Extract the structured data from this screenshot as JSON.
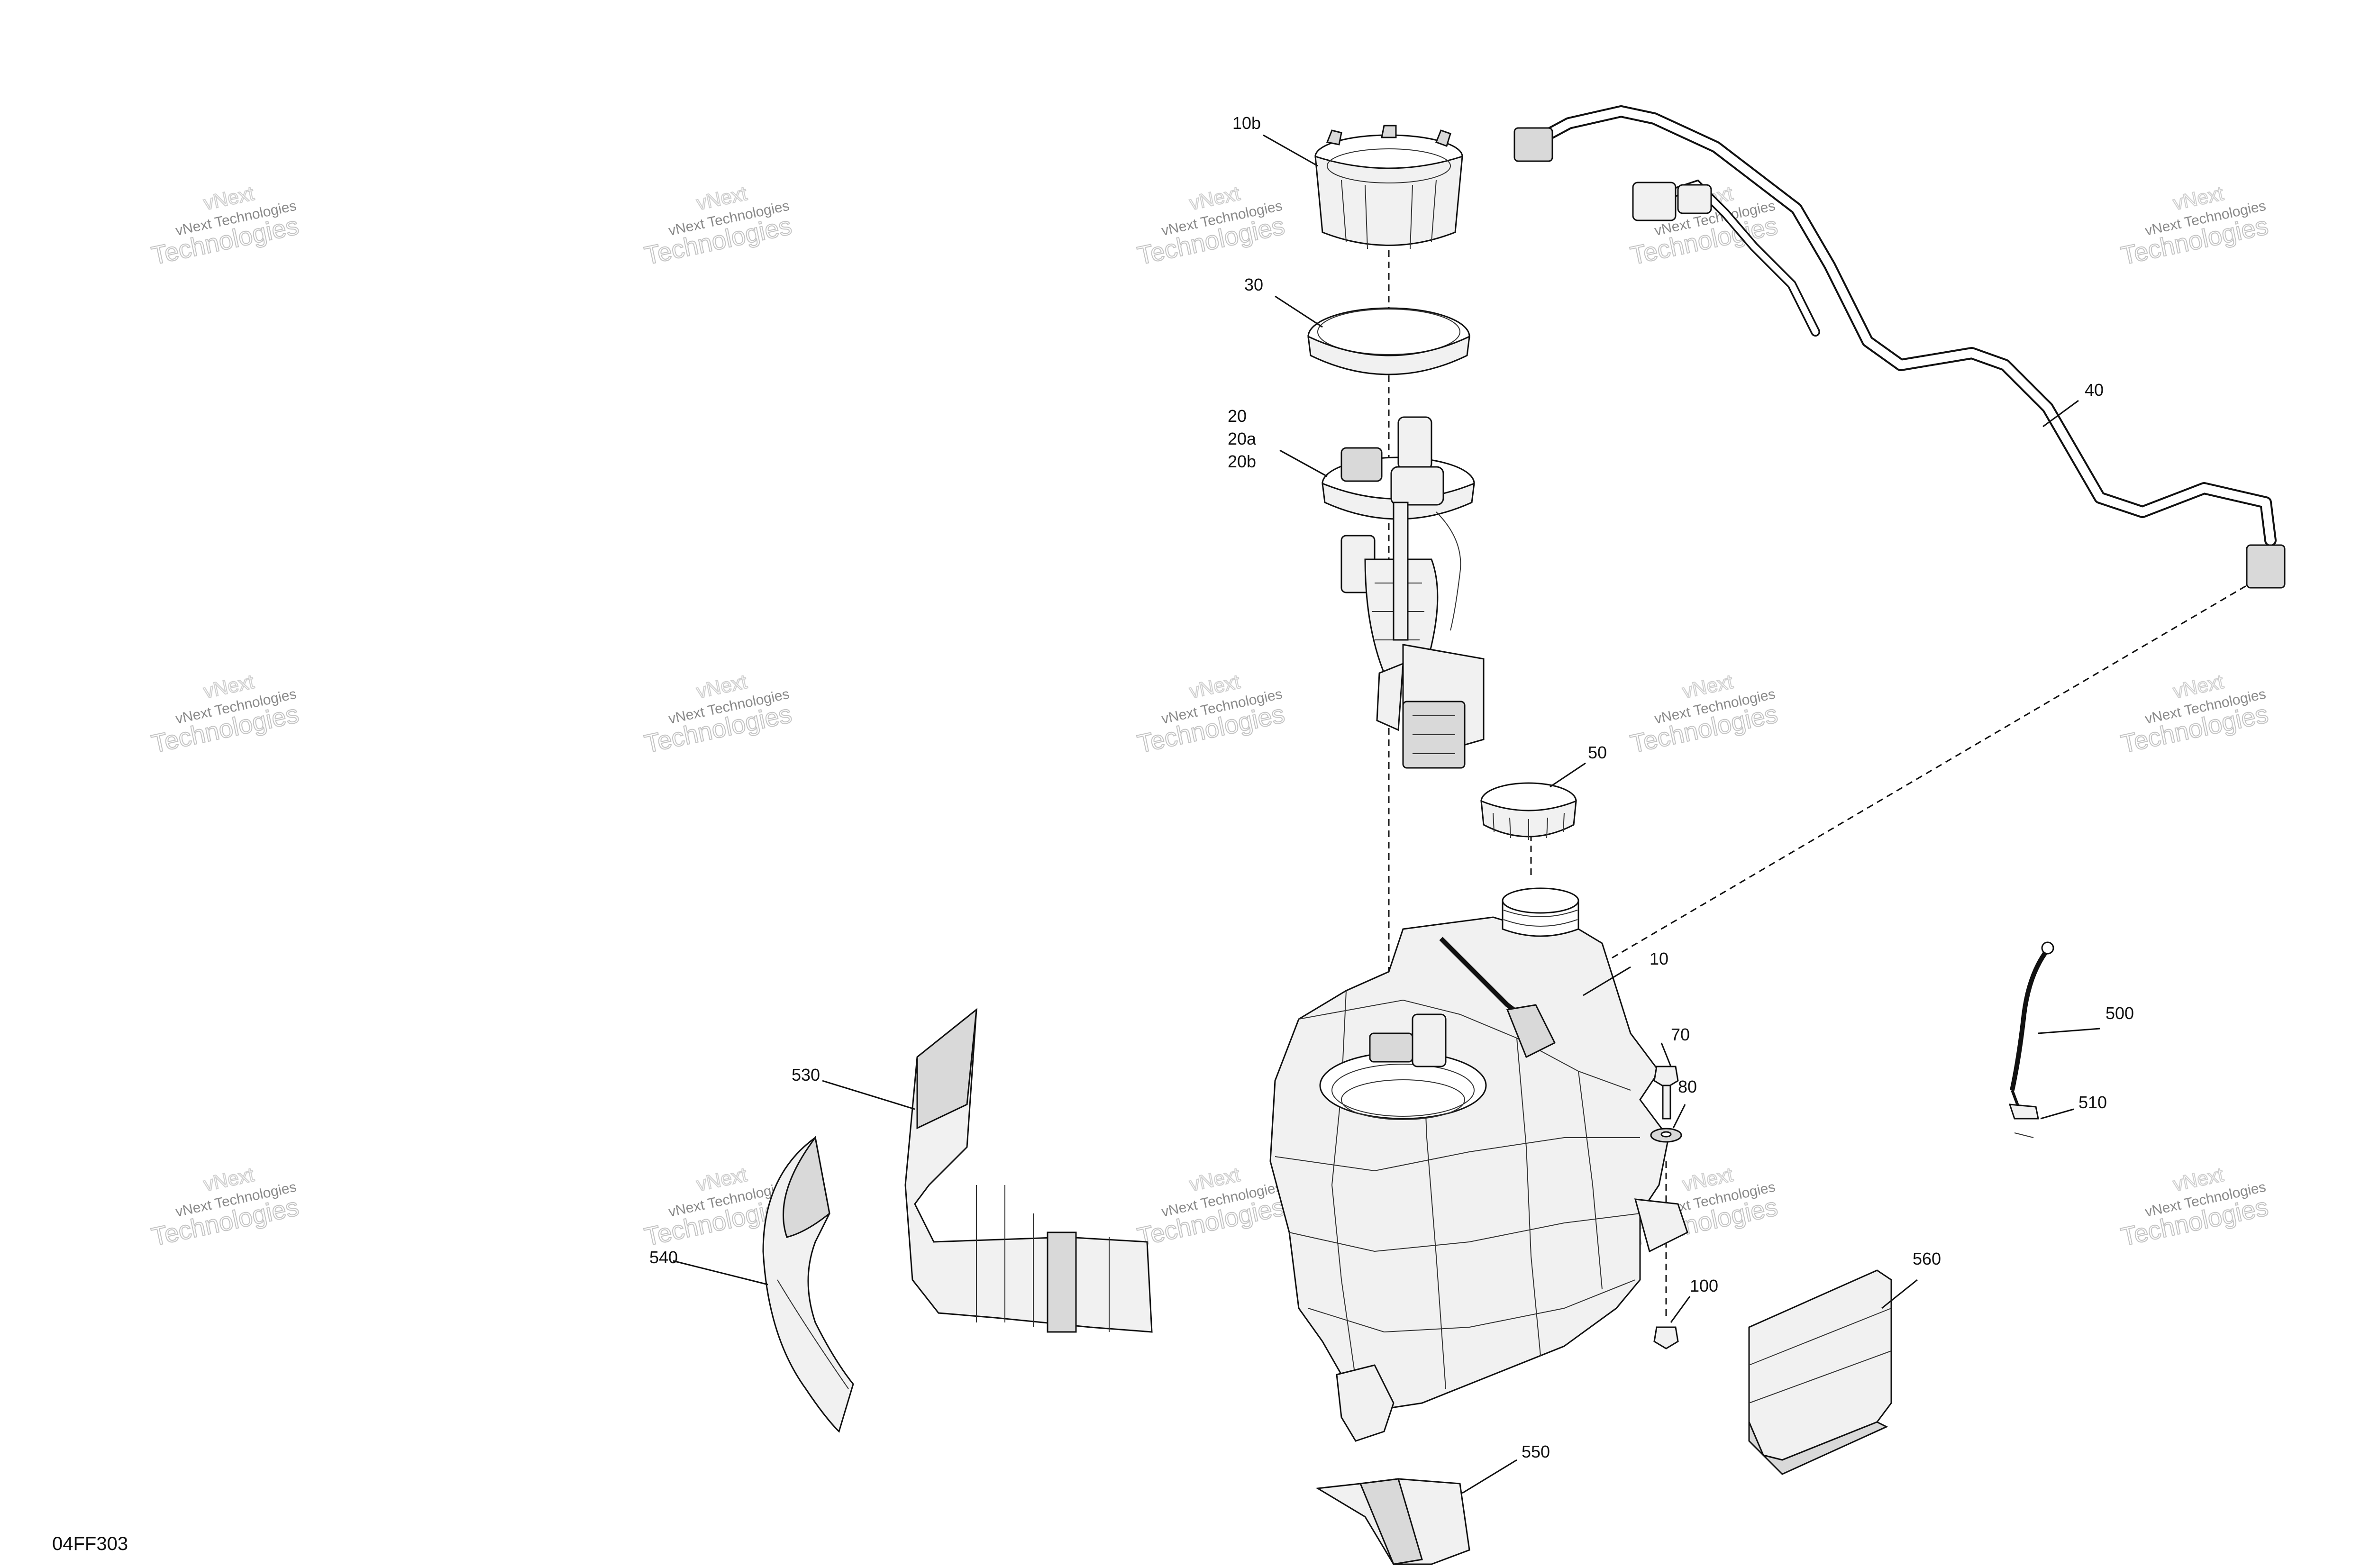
{
  "figure_id": "04FF303",
  "watermark": {
    "line1": "vNext Technologies",
    "line2": "vNext",
    "line3": "Technologies"
  },
  "callouts": {
    "c10b": "10b",
    "c30": "30",
    "c20": "20",
    "c20a": "20a",
    "c20b": "20b",
    "c40": "40",
    "c50": "50",
    "c10": "10",
    "c70": "70",
    "c80": "80",
    "c100": "100",
    "c500": "500",
    "c510": "510",
    "c530": "530",
    "c540": "540",
    "c550": "550",
    "c560": "560"
  }
}
